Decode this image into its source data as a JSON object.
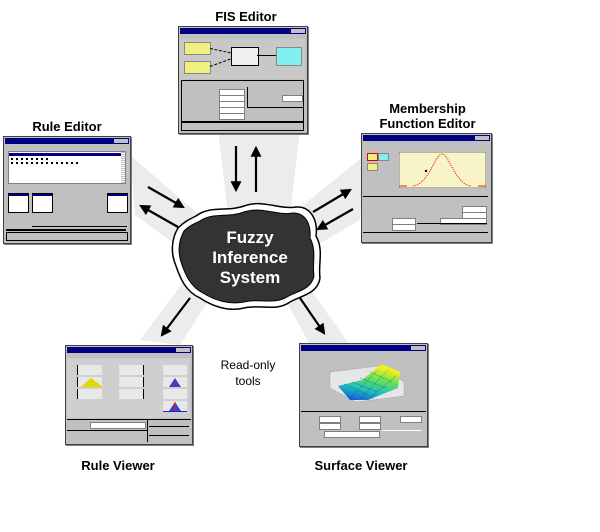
{
  "diagram": {
    "center": {
      "line1": "Fuzzy",
      "line2": "Inference",
      "line3": "System"
    },
    "tools": [
      {
        "id": "fis-editor",
        "label": "FIS Editor",
        "editable": true
      },
      {
        "id": "membership-function-editor",
        "label_line1": "Membership",
        "label_line2": "Function Editor",
        "editable": true
      },
      {
        "id": "rule-editor",
        "label": "Rule Editor",
        "editable": true
      },
      {
        "id": "rule-viewer",
        "label": "Rule Viewer",
        "editable": false
      },
      {
        "id": "surface-viewer",
        "label": "Surface Viewer",
        "editable": false
      }
    ],
    "note": {
      "line1": "Read-only",
      "line2": "tools"
    },
    "colors": {
      "blob_fill": "#333333",
      "beam": "#ececec",
      "titlebar": "#000080",
      "window_bg": "#c0c0c0",
      "input_mf": "#f0f080",
      "output_mf": "#80f0f0",
      "mf_plot_bg": "#f8f4c8",
      "mf_curve": "#e02020"
    }
  }
}
